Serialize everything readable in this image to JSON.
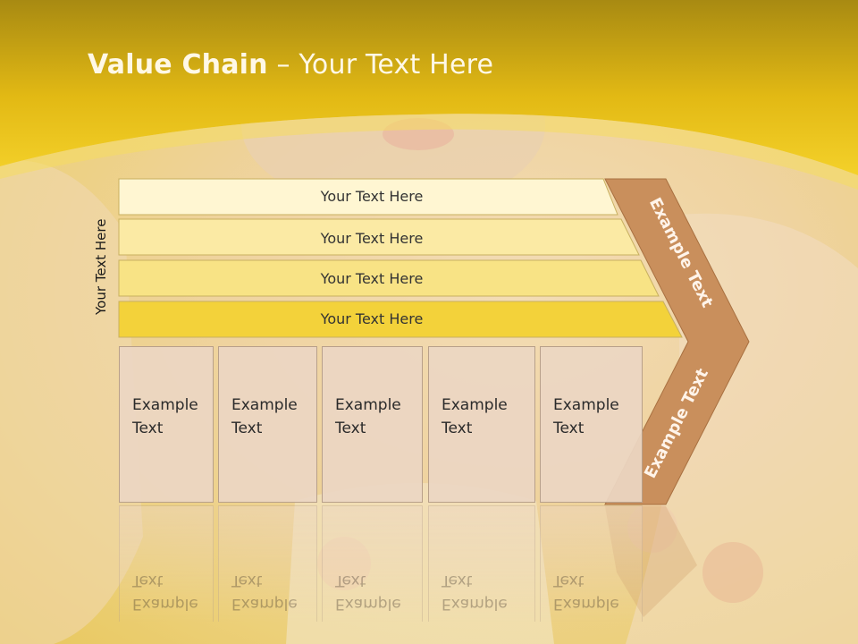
{
  "slide": {
    "title_bold": "Value Chain",
    "title_rest": " – Your Text Here",
    "side_label": "Your Text Here"
  },
  "bars": [
    {
      "label": "Your Text Here",
      "color": "#fff6d2"
    },
    {
      "label": "Your Text Here",
      "color": "#fbeaa4"
    },
    {
      "label": "Your Text Here",
      "color": "#f8e385"
    },
    {
      "label": "Your Text Here",
      "color": "#f3d23a"
    }
  ],
  "boxes": [
    {
      "label": "Example\nText"
    },
    {
      "label": "Example\nText"
    },
    {
      "label": "Example\nText"
    },
    {
      "label": "Example\nText"
    },
    {
      "label": "Example\nText"
    }
  ],
  "chevron": {
    "top_text": "Example Text",
    "bottom_text": "Example Text",
    "color": "#c98f5c"
  },
  "theme": {
    "header_color": "#d8ab10",
    "header_color_light": "#f2cc22"
  }
}
